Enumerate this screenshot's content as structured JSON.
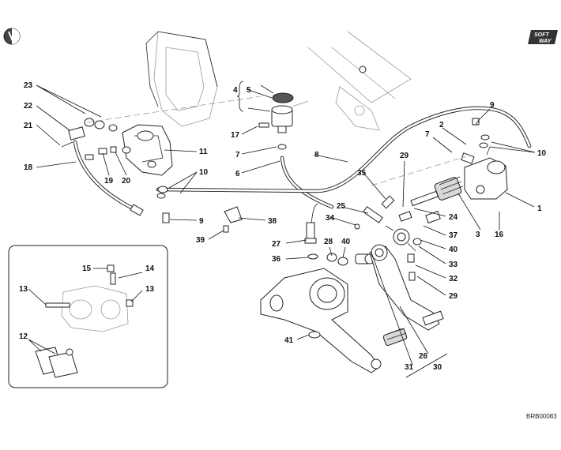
{
  "drawing_code": "BRB00083",
  "badge": {
    "line1": "SOFT",
    "line2": "WAY"
  },
  "labels": {
    "l1": "1",
    "l2": "2",
    "l3": "3",
    "l4": "4",
    "l5": "5",
    "l6": "6",
    "l7a": "7",
    "l7b": "7",
    "l8": "8",
    "l9a": "9",
    "l9b": "9",
    "l10a": "10",
    "l10b": "10",
    "l11": "11",
    "l12": "12",
    "l13a": "13",
    "l13b": "13",
    "l14": "14",
    "l15": "15",
    "l16": "16",
    "l17": "17",
    "l18": "18",
    "l19": "19",
    "l20": "20",
    "l21": "21",
    "l22": "22",
    "l23": "23",
    "l24": "24",
    "l25": "25",
    "l26": "26",
    "l27": "27",
    "l28": "28",
    "l29a": "29",
    "l29b": "29",
    "l30": "30",
    "l31": "31",
    "l32": "32",
    "l33": "33",
    "l34": "34",
    "l35": "35",
    "l36": "36",
    "l37": "37",
    "l38": "38",
    "l39": "39",
    "l40a": "40",
    "l40b": "40",
    "l41": "41"
  }
}
